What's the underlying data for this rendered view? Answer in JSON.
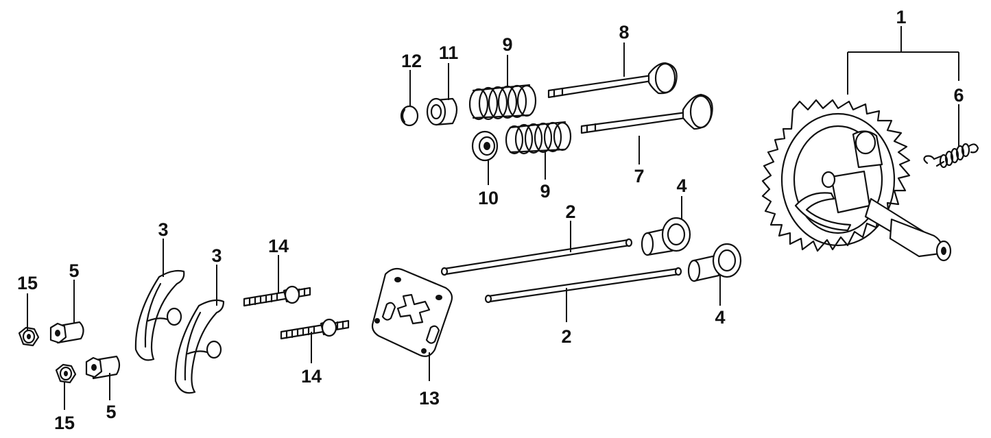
{
  "diagram": {
    "kind": "exploded-parts-view",
    "ink_color": "#111111",
    "background": "#ffffff",
    "callouts": {
      "camshaft_gear": "1",
      "pushrod_upper": "2",
      "pushrod_lower": "2",
      "rocker_arm_left": "3",
      "rocker_arm_right": "3",
      "tappet_upper": "4",
      "tappet_lower": "4",
      "adjusting_nut_upper": "5",
      "adjusting_nut_lower": "5",
      "spring": "6",
      "valve_lower": "7",
      "valve_upper": "8",
      "valve_spring_upper": "9",
      "valve_spring_lower": "9",
      "retainer_lower": "10",
      "retainer_upper": "11",
      "cap": "12",
      "guide_plate": "13",
      "stud_upper": "14",
      "stud_lower": "14",
      "lock_nut_upper": "15",
      "lock_nut_lower": "15"
    }
  }
}
